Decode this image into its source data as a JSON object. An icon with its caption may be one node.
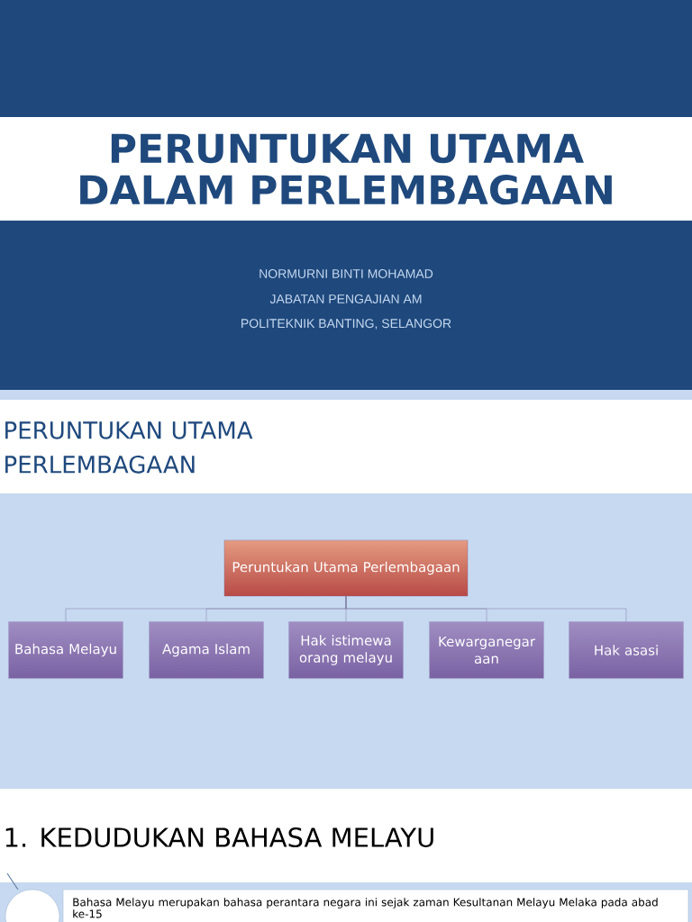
{
  "diagram": {
    "title": "PERUNTUKAN UTAMA DALAM PERLEMBAGAAN",
    "nodes": [
      {
        "text": [
          "Peruntukan Utama Perlembagaan"
        ]
      },
      {
        "text": [
          "Bahasa Melayu"
        ]
      },
      {
        "text": [
          "Agama Islam"
        ]
      },
      {
        "text": [
          "Hak istimewa orang melayu"
        ]
      },
      {
        "text": [
          "Kewarganegar aan"
        ]
      },
      {
        "text": [
          "Hak asasi"
        ]
      }
    ],
    "edges": [
      {
        "from": 0,
        "to": 1,
        "arrow": "none"
      },
      {
        "from": 0,
        "to": 2,
        "arrow": "none"
      },
      {
        "from": 0,
        "to": 3,
        "arrow": "none"
      },
      {
        "from": 0,
        "to": 4,
        "arrow": "none"
      },
      {
        "from": 0,
        "to": 5,
        "arrow": "none"
      }
    ],
    "labels": [
      "NORMURNI BINTI MOHAMAD",
      "JABATAN PENGAJIAN AM",
      "POLITEKNIK BANTING, SELANGOR",
      "PERUNTUKAN UTAMA PERLEMBAGAAN",
      "1. KEDUDUKAN BAHASA MELAYU",
      "Bahasa Melayu merupakan bahasa perantara negara ini sejak zaman Kesultanan Melayu Melaka pada abad ke-15"
    ]
  }
}
